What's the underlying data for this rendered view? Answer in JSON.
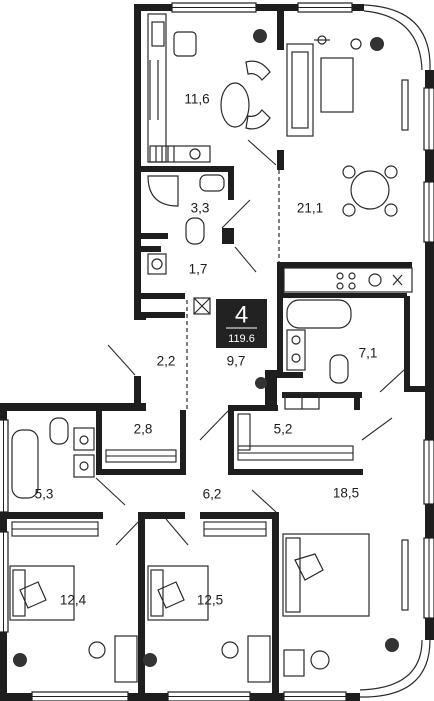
{
  "apartment": {
    "rooms_count": "4",
    "total_area": "119.6"
  },
  "rooms": [
    {
      "id": "study",
      "area": "11,6"
    },
    {
      "id": "living",
      "area": "21,1"
    },
    {
      "id": "bath-small",
      "area": "3,3"
    },
    {
      "id": "hall-top",
      "area": "1,7"
    },
    {
      "id": "corridor",
      "area": "2,2"
    },
    {
      "id": "hall-main",
      "area": "9,7"
    },
    {
      "id": "bath-right",
      "area": "7,1"
    },
    {
      "id": "closet-left",
      "area": "2,8"
    },
    {
      "id": "closet-right",
      "area": "5,2"
    },
    {
      "id": "bath-left",
      "area": "5,3"
    },
    {
      "id": "hall-bottom",
      "area": "6,2"
    },
    {
      "id": "bedroom-master",
      "area": "18,5"
    },
    {
      "id": "bedroom-left",
      "area": "12,4"
    },
    {
      "id": "bedroom-mid",
      "area": "12,5"
    }
  ],
  "colors": {
    "wall": "#1e1e1e",
    "badge": "#222222",
    "background": "#ffffff"
  }
}
